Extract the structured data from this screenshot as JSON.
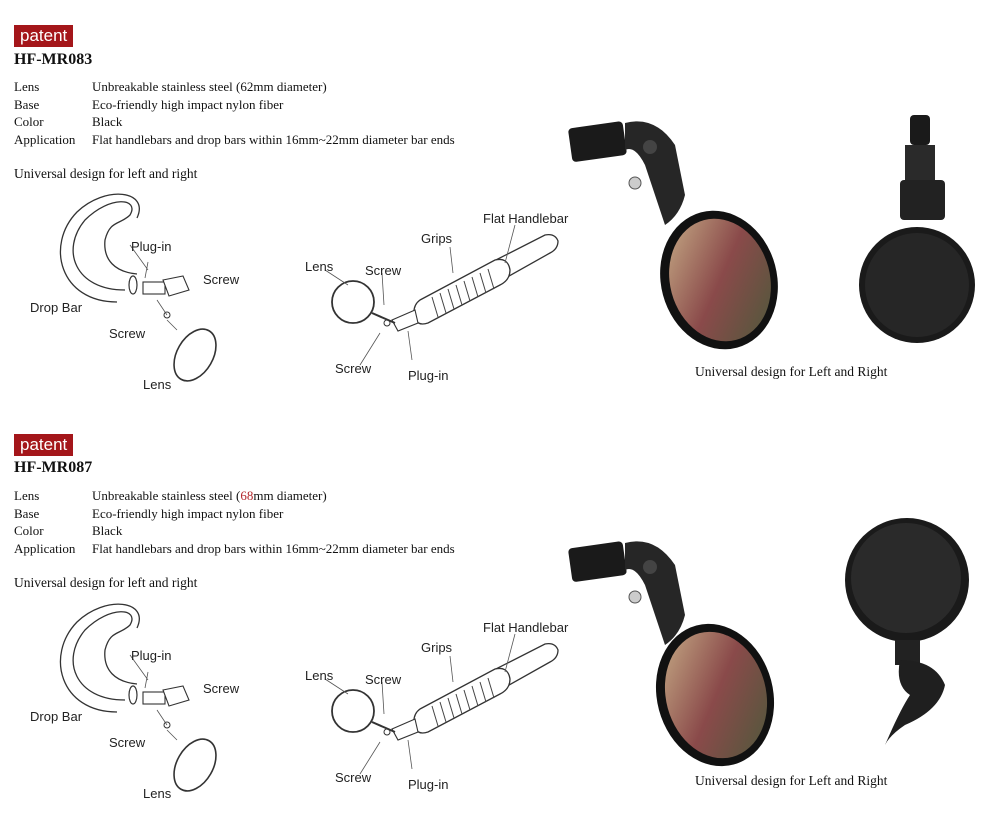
{
  "products": [
    {
      "badge": "patent",
      "model": "HF-MR083",
      "specs": [
        {
          "key": "Lens",
          "pre": "Unbreakable stainless steel (",
          "hl": "62",
          "post": "mm diameter)"
        },
        {
          "key": "Base",
          "pre": "Eco-friendly high impact nylon fiber",
          "hl": "",
          "post": ""
        },
        {
          "key": "Color",
          "pre": "Black",
          "hl": "",
          "post": ""
        },
        {
          "key": "Application",
          "pre": "Flat handlebars and drop bars within 16mm~22mm diameter bar ends",
          "hl": "",
          "post": ""
        }
      ],
      "subtitle": "Universal design for left and right",
      "diagram_labels": {
        "plug_in": "Plug-in",
        "screw": "Screw",
        "drop_bar": "Drop Bar",
        "lens": "Lens",
        "grips": "Grips",
        "flat_handlebar": "Flat Handlebar"
      },
      "caption": "Universal design for Left and Right"
    },
    {
      "badge": "patent",
      "model": "HF-MR087",
      "specs": [
        {
          "key": "Lens",
          "pre": "Unbreakable stainless steel (",
          "hl": "68",
          "post": "mm diameter)"
        },
        {
          "key": "Base",
          "pre": "Eco-friendly high impact nylon fiber",
          "hl": "",
          "post": ""
        },
        {
          "key": "Color",
          "pre": "Black",
          "hl": "",
          "post": ""
        },
        {
          "key": "Application",
          "pre": "Flat handlebars and drop bars within 16mm~22mm diameter bar ends",
          "hl": "",
          "post": ""
        }
      ],
      "subtitle": "Universal design for left and right",
      "diagram_labels": {
        "plug_in": "Plug-in",
        "screw": "Screw",
        "drop_bar": "Drop Bar",
        "lens": "Lens",
        "grips": "Grips",
        "flat_handlebar": "Flat Handlebar"
      },
      "caption": "Universal design for Left and Right"
    }
  ],
  "colors": {
    "badge_bg": "#a4161a",
    "highlight": "#b3282d"
  },
  "icons": [
    "drop-bar-diagram-icon",
    "flat-handlebar-diagram-icon",
    "mirror-photo-front-icon",
    "mirror-photo-back-icon"
  ]
}
